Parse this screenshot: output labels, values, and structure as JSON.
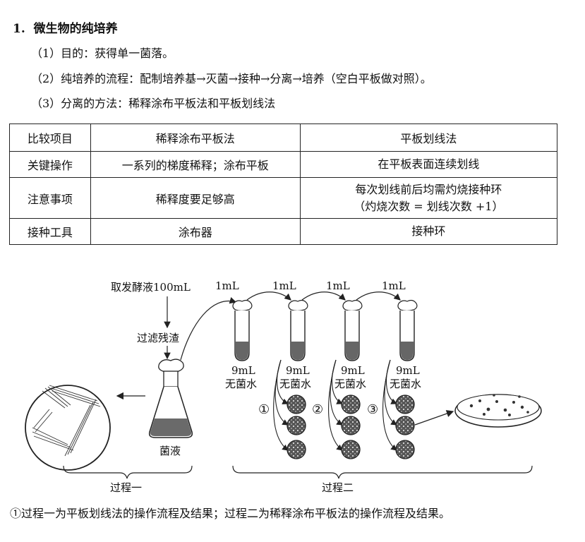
{
  "heading": {
    "number": "1.",
    "title": "微生物的纯培养"
  },
  "items": [
    "（1）目的：获得单一菌落。",
    "（2）纯培养的流程：配制培养基→灭菌→接种→分离→培养（空白平板做对照）。",
    "（3）分离的方法：稀释涂布平板法和平板划线法"
  ],
  "table": {
    "headers": [
      "比较项目",
      "稀释涂布平板法",
      "平板划线法"
    ],
    "rows": [
      {
        "label": "关键操作",
        "spread": "一系列的梯度稀释；涂布平板",
        "streak": [
          "在平板表面连续划线"
        ]
      },
      {
        "label": "注意事项",
        "spread": "稀释度要足够高",
        "streak": [
          "每次划线前后均需灼烧接种环",
          "（灼烧次数 = 划线次数 +1）"
        ]
      },
      {
        "label": "接种工具",
        "spread": "涂布器",
        "streak": [
          "接种环"
        ]
      }
    ]
  },
  "figure": {
    "take": "取发酵液100mL",
    "filter": "过滤残渣",
    "flask": "菌液",
    "transfer": "1mL",
    "tube_volume": "9mL",
    "tube_label": "无菌水",
    "circles": [
      "①",
      "②",
      "③"
    ],
    "process1": "过程一",
    "process2": "过程二"
  },
  "footnote": "①过程一为平板划线法的操作流程及结果；过程二为稀释涂布平板法的操作流程及结果。"
}
